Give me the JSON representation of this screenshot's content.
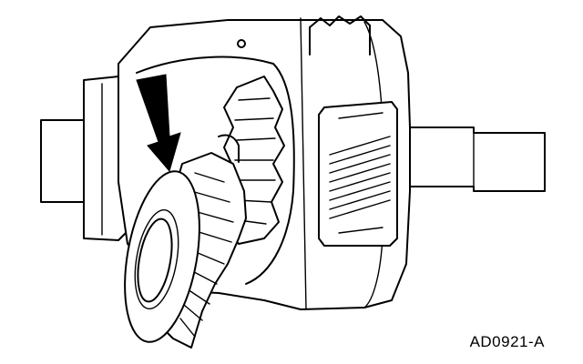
{
  "figure": {
    "id": "AD0921-A",
    "components": [
      "axle-shaft-left",
      "axle-shaft-right",
      "differential-case",
      "ring-gear",
      "side-gear",
      "pinion-gears",
      "pinion-thrust-washer",
      "indicator-arrow"
    ]
  },
  "colors": {
    "line": "#000000",
    "background": "#ffffff"
  }
}
